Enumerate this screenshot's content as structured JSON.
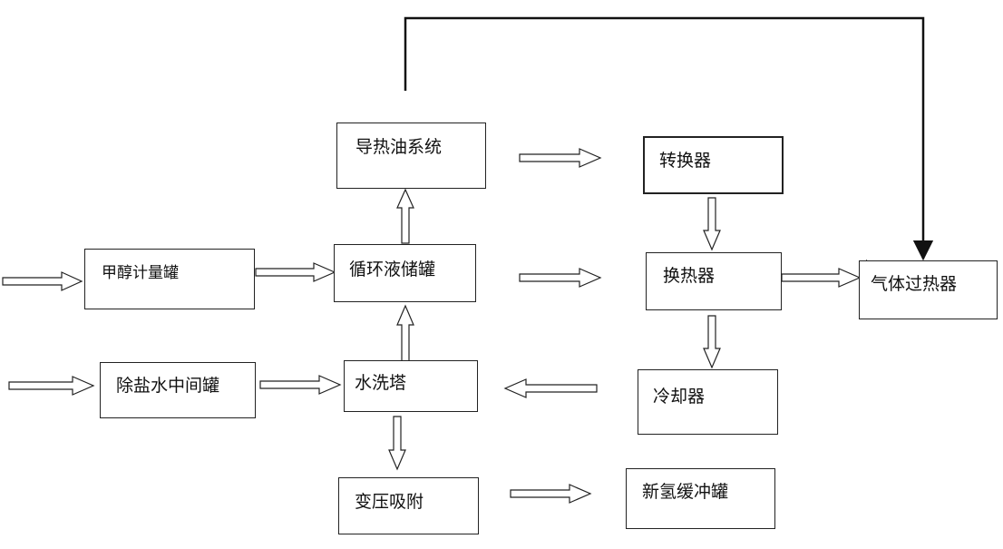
{
  "diagram": {
    "nodes": {
      "conduction_oil_system": "导热油系统",
      "converter": "转换器",
      "methanol_metering_tank": "甲醇计量罐",
      "circulating_liquid_tank": "循环液储罐",
      "heat_exchanger": "换热器",
      "gas_superheater": "气体过热器",
      "desalted_water_tank": "除盐水中间罐",
      "water_wash_tower": "水洗塔",
      "cooler": "冷却器",
      "pressure_swing_adsorption": "变压吸附",
      "new_hydrogen_buffer_tank": "新氢缓冲罐"
    },
    "edges": [
      {
        "from": "input",
        "to": "methanol_metering_tank"
      },
      {
        "from": "methanol_metering_tank",
        "to": "circulating_liquid_tank"
      },
      {
        "from": "circulating_liquid_tank",
        "to": "conduction_oil_system"
      },
      {
        "from": "water_wash_tower",
        "to": "circulating_liquid_tank"
      },
      {
        "from": "input",
        "to": "desalted_water_tank"
      },
      {
        "from": "desalted_water_tank",
        "to": "water_wash_tower"
      },
      {
        "from": "water_wash_tower",
        "to": "pressure_swing_adsorption"
      },
      {
        "from": "conduction_oil_system",
        "to": "converter"
      },
      {
        "from": "circulating_liquid_tank",
        "to": "heat_exchanger"
      },
      {
        "from": "converter",
        "to": "heat_exchanger"
      },
      {
        "from": "heat_exchanger",
        "to": "gas_superheater"
      },
      {
        "from": "heat_exchanger",
        "to": "cooler"
      },
      {
        "from": "cooler",
        "to": "water_wash_tower"
      },
      {
        "from": "pressure_swing_adsorption",
        "to": "new_hydrogen_buffer_tank"
      },
      {
        "from": "conduction_oil_system",
        "to": "gas_superheater"
      }
    ]
  }
}
